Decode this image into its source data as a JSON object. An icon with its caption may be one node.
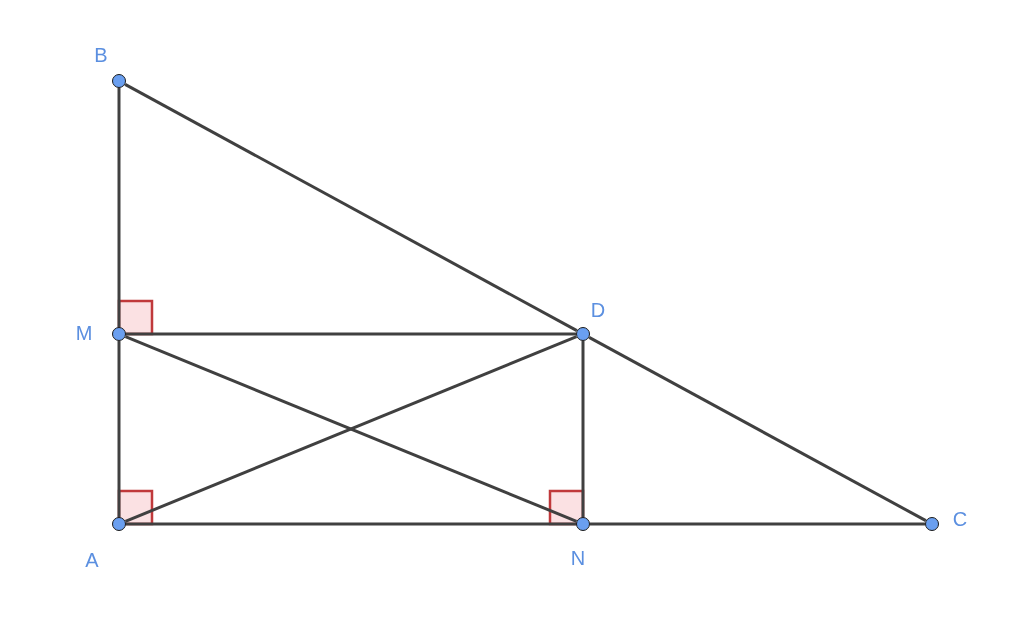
{
  "diagram": {
    "nodes": [
      {
        "text": [
          "B"
        ]
      },
      {
        "text": [
          "M"
        ]
      },
      {
        "text": [
          "D"
        ]
      },
      {
        "text": [
          "A"
        ]
      },
      {
        "text": [
          "N"
        ]
      },
      {
        "text": [
          "C"
        ]
      }
    ],
    "edges": [
      {
        "from": 0,
        "to": 1,
        "arrow": "none"
      },
      {
        "from": 1,
        "to": 3,
        "arrow": "none"
      },
      {
        "from": 0,
        "to": 2,
        "arrow": "none"
      },
      {
        "from": 2,
        "to": 5,
        "arrow": "none"
      },
      {
        "from": 1,
        "to": 2,
        "arrow": "none"
      },
      {
        "from": 3,
        "to": 4,
        "arrow": "none"
      },
      {
        "from": 4,
        "to": 5,
        "arrow": "none"
      },
      {
        "from": 2,
        "to": 4,
        "arrow": "none"
      },
      {
        "from": 3,
        "to": 2,
        "arrow": "none"
      },
      {
        "from": 1,
        "to": 4,
        "arrow": "none"
      }
    ]
  }
}
